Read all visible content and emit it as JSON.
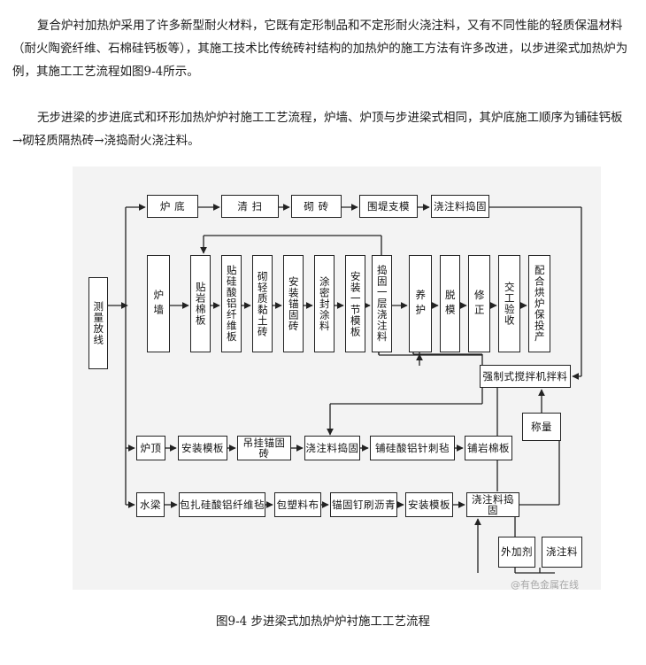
{
  "paragraphs": [
    "复合炉衬加热炉采用了许多新型耐火材料，它既有定形制品和不定形耐火浇注料，又有不同性能的轻质保温材料（耐火陶瓷纤维、石棉硅钙板等），其施工技术比传统砖衬结构的加热炉的施工方法有许多改进，以步进梁式加热炉为例，其施工工艺流程如图9-4所示。",
    "无步进梁的步进底式和环形加热炉炉衬施工工艺流程，炉墙、炉顶与步进梁式相同，其炉底施工顺序为铺硅钙板 →砌轻质隔热砖→浇捣耐火浇注料。"
  ],
  "flowchart": {
    "start": "测量放线",
    "floor_row": [
      "炉  底",
      "清  扫",
      "砌  砖",
      "围堤支模",
      "浇注料捣固"
    ],
    "wall_row": [
      "炉墙",
      "贴岩棉板",
      "贴硅酸铝纤维板",
      "砌轻质黏土砖",
      "安装锚固砖",
      "涂密封涂料",
      "安装一节模板",
      "捣固一层浇注料",
      "养护",
      "脱模",
      "修正",
      "交工验收",
      "配合烘炉保投产"
    ],
    "mixer": "强制式搅拌机拌料",
    "weigh": "称量",
    "roof_row": [
      "炉顶",
      "安装模板",
      "吊挂锚固砖",
      "浇注料捣固",
      "铺硅酸铝针刺毡",
      "铺岩棉板"
    ],
    "beam_row": [
      "水梁",
      "包扎硅酸铝纤维毡",
      "包塑料布",
      "锚固钉刷沥青",
      "安装模板",
      "浇注料捣固"
    ],
    "admixture": "外加剂",
    "castable": "浇注料"
  },
  "watermark": "@有色金属在线",
  "caption": "图9-4 步进梁式加热炉炉衬施工工艺流程",
  "colors": {
    "line": "#222222",
    "figure_bg": "#f3f3f3"
  }
}
